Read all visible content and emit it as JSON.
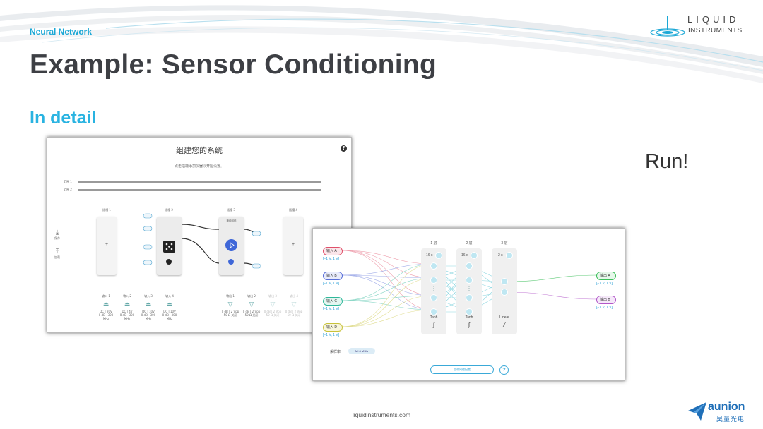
{
  "header": {
    "section_label": "Neural Network",
    "title": "Example: Sensor Conditioning"
  },
  "subtitle": "In detail",
  "run_text": "Run!",
  "footer_url": "liquidinstruments.com",
  "logo_top": {
    "line1": "LIQUID",
    "line2": "INSTRUMENTS"
  },
  "logo_bottom": {
    "name": "aunion",
    "sub": "昊量光电"
  },
  "colors": {
    "accent": "#29b3e1",
    "title": "#3d3f44",
    "aunion_blue": "#1f6fb8"
  },
  "shot1": {
    "title": "组建您的系统",
    "subtitle": "点击插槽添加仪器以开始设置。",
    "range1": "范围 1",
    "range2": "范围 2",
    "slots": [
      "插槽 1",
      "插槽 2",
      "插槽 3",
      "插槽 4"
    ],
    "slot3_name": "神经网络",
    "side_buttons": [
      "保存",
      "加载"
    ],
    "help": "?",
    "inputs": [
      {
        "label": "输入 1",
        "line1": "DC | 20V",
        "line2": "0 dB · 300 MHz"
      },
      {
        "label": "输入 2",
        "line1": "DC | 4V",
        "line2": "0 dB · 300 MHz"
      },
      {
        "label": "输入 3",
        "line1": "DC | 10V",
        "line2": "0 dB · 300 MHz"
      },
      {
        "label": "输入 4",
        "line1": "DC | 10V",
        "line2": "0 dB · 300 MHz"
      }
    ],
    "outputs": [
      {
        "label": "输出 1",
        "line1": "0 dB | 2 Vpp",
        "line2": "50 Ω 关闭"
      },
      {
        "label": "输出 2",
        "line1": "0 dB | 2 Vpp",
        "line2": "50 Ω 关闭"
      },
      {
        "label": "输出 3",
        "line1": "0 dB | 2 Vpp",
        "line2": "50 Ω 关闭"
      },
      {
        "label": "输出 4",
        "line1": "0 dB | 2 Vpp",
        "line2": "50 Ω 关闭"
      }
    ]
  },
  "shot2": {
    "inputs": [
      {
        "label": "输入 A",
        "range": "[−1 V, 1 V]",
        "color": "#e0506a"
      },
      {
        "label": "输入 B",
        "range": "[−1 V, 1 V]",
        "color": "#5a6fd8"
      },
      {
        "label": "输入 C",
        "range": "[−1 V, 1 V]",
        "color": "#2fb89a"
      },
      {
        "label": "输入 D",
        "range": "[−1 V, 1 V]",
        "color": "#c8c23a"
      }
    ],
    "layers": [
      {
        "label": "1 层",
        "count": "16 x",
        "activation": "Tanh"
      },
      {
        "label": "2 层",
        "count": "16 x",
        "activation": "Tanh"
      },
      {
        "label": "3 层",
        "count": "2 x",
        "activation": "Linear"
      }
    ],
    "outputs": [
      {
        "label": "输出 A",
        "range": "[−1 V, 1 V]",
        "color": "#3cbf5a"
      },
      {
        "label": "输出 B",
        "range": "[−1 V, 1 V]",
        "color": "#b257c9"
      }
    ],
    "rate_label": "采样率:",
    "rate_value": "MI 8 MS/s",
    "config_button": "加载网络配置",
    "help": "?"
  }
}
